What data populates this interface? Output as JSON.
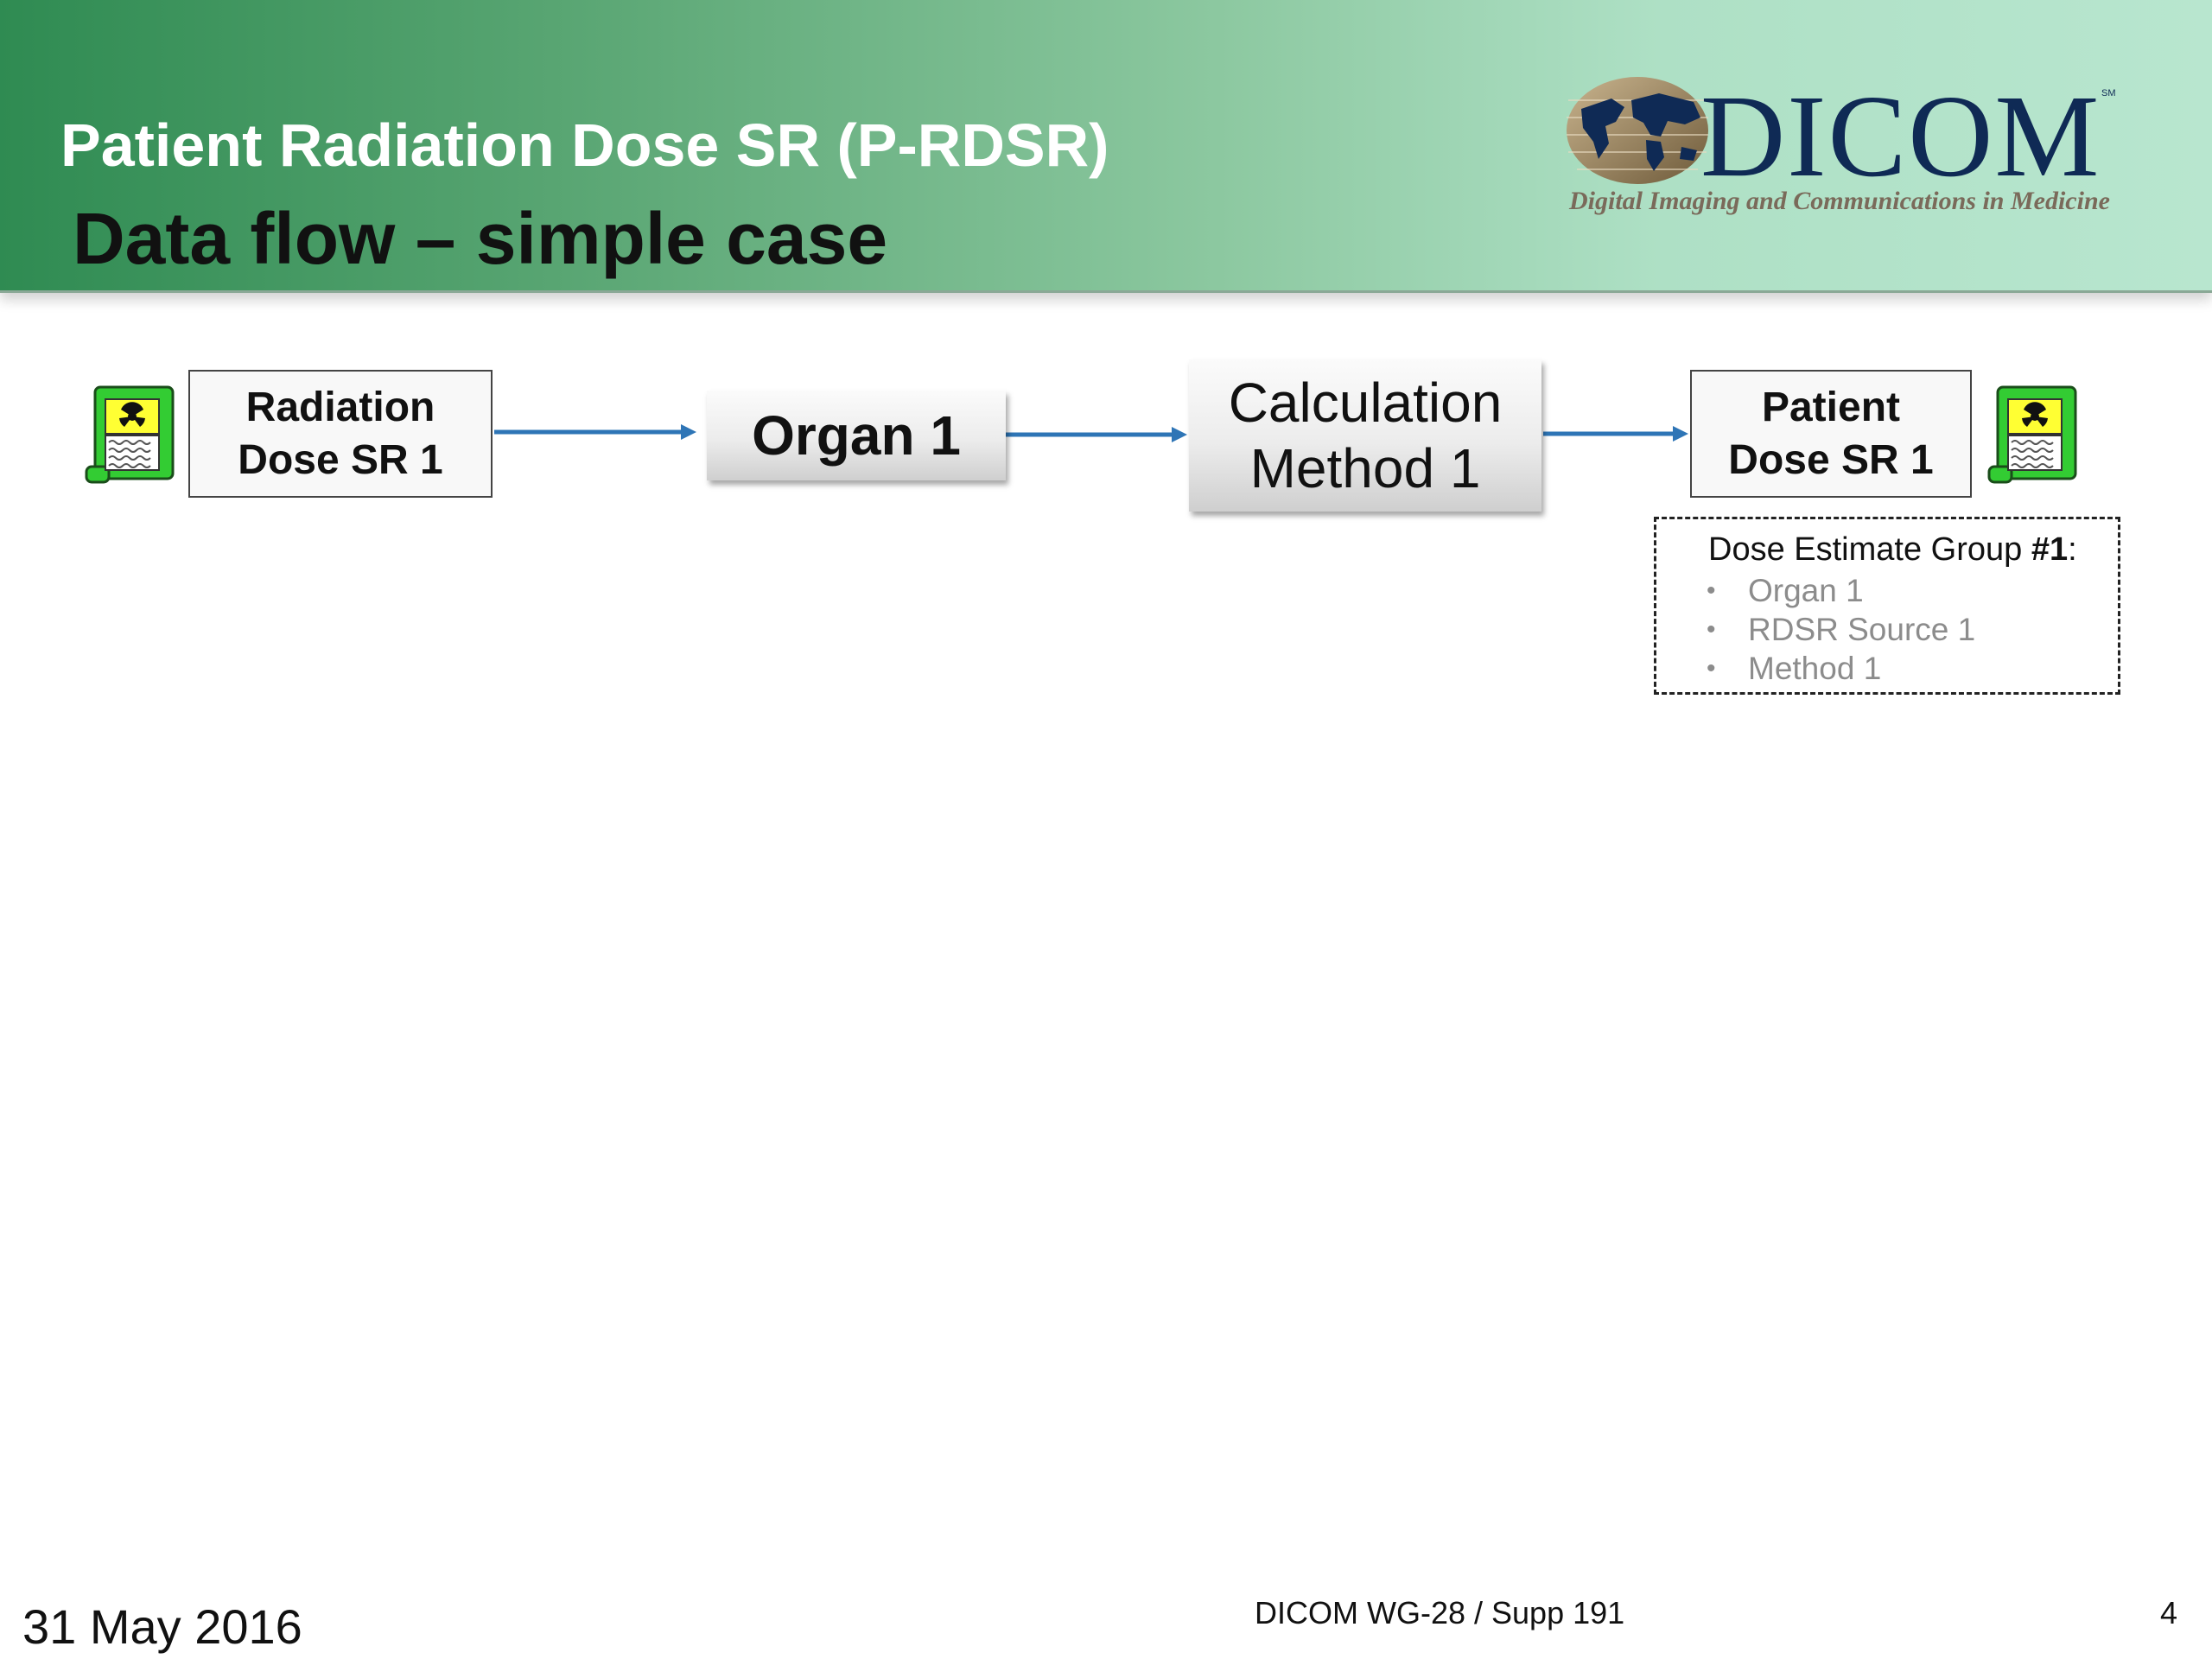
{
  "header": {
    "title": "Patient Radiation Dose SR (P-RDSR)",
    "subtitle": "Data flow – simple case"
  },
  "logo": {
    "wordmark": "DICOM",
    "mark": "SM",
    "tagline": "Digital Imaging and Communications in Medicine",
    "icon": "globe-icon",
    "color": "#0f2a55"
  },
  "diagram": {
    "nodes": [
      {
        "id": "radiation-dose-sr",
        "lines": [
          "Radiation",
          "Dose SR 1"
        ]
      },
      {
        "id": "organ",
        "lines": [
          "Organ 1"
        ]
      },
      {
        "id": "calculation-method",
        "lines": [
          "Calculation",
          "Method 1"
        ]
      },
      {
        "id": "patient-dose-sr",
        "lines": [
          "Patient",
          "Dose SR 1"
        ]
      }
    ],
    "edges": [
      {
        "from": "radiation-dose-sr",
        "to": "organ"
      },
      {
        "from": "organ",
        "to": "calculation-method"
      },
      {
        "from": "calculation-method",
        "to": "patient-dose-sr"
      }
    ],
    "edge_color": "#2e75b6",
    "document_icon": "radiation-document-icon"
  },
  "dose_group": {
    "title_prefix": "Dose Estimate Group ",
    "title_number": "#1",
    "title_suffix": ":",
    "bullet": "•",
    "items": [
      "Organ 1",
      "RDSR Source 1",
      "Method 1"
    ]
  },
  "footer": {
    "date": "31 May 2016",
    "center": "DICOM WG-28 / Supp 191",
    "page": "4"
  }
}
